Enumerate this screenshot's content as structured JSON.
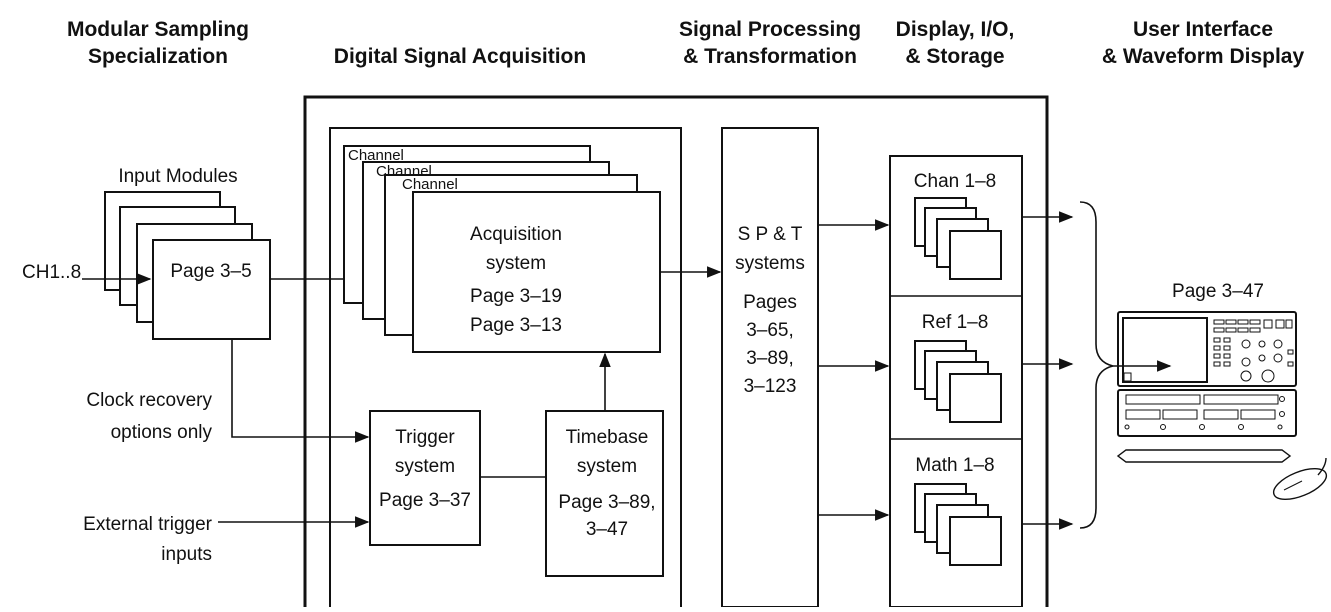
{
  "headers": {
    "modular": [
      "Modular Sampling",
      "Specialization"
    ],
    "acquisition": "Digital Signal Acquisition",
    "processing": [
      "Signal Processing",
      "& Transformation"
    ],
    "display": [
      "Display, I/O,",
      "& Storage"
    ],
    "ui": [
      "User Interface",
      "& Waveform Display"
    ]
  },
  "input_modules": {
    "title": "Input Modules",
    "input": "CH1..8",
    "page": "Page 3–5"
  },
  "side_inputs": {
    "clock": [
      "Clock recovery",
      "options only"
    ],
    "external": [
      "External trigger",
      "inputs"
    ]
  },
  "channels": {
    "label": "Channel",
    "title": [
      "Acquisition",
      "system"
    ],
    "pages": [
      "Page 3–19",
      "Page 3–13"
    ]
  },
  "trigger": {
    "title": [
      "Trigger",
      "system"
    ],
    "page": "Page 3–37"
  },
  "timebase": {
    "title": [
      "Timebase",
      "system"
    ],
    "pages": [
      "Page 3–89,",
      "3–47"
    ]
  },
  "spt": {
    "title": [
      "S P & T",
      "systems"
    ],
    "pages": [
      "Pages",
      "3–65,",
      "3–89,",
      "3–123"
    ]
  },
  "storage": {
    "chan": "Chan 1–8",
    "ref": "Ref 1–8",
    "math": "Math 1–8"
  },
  "ui_display": {
    "page": "Page 3–47"
  }
}
